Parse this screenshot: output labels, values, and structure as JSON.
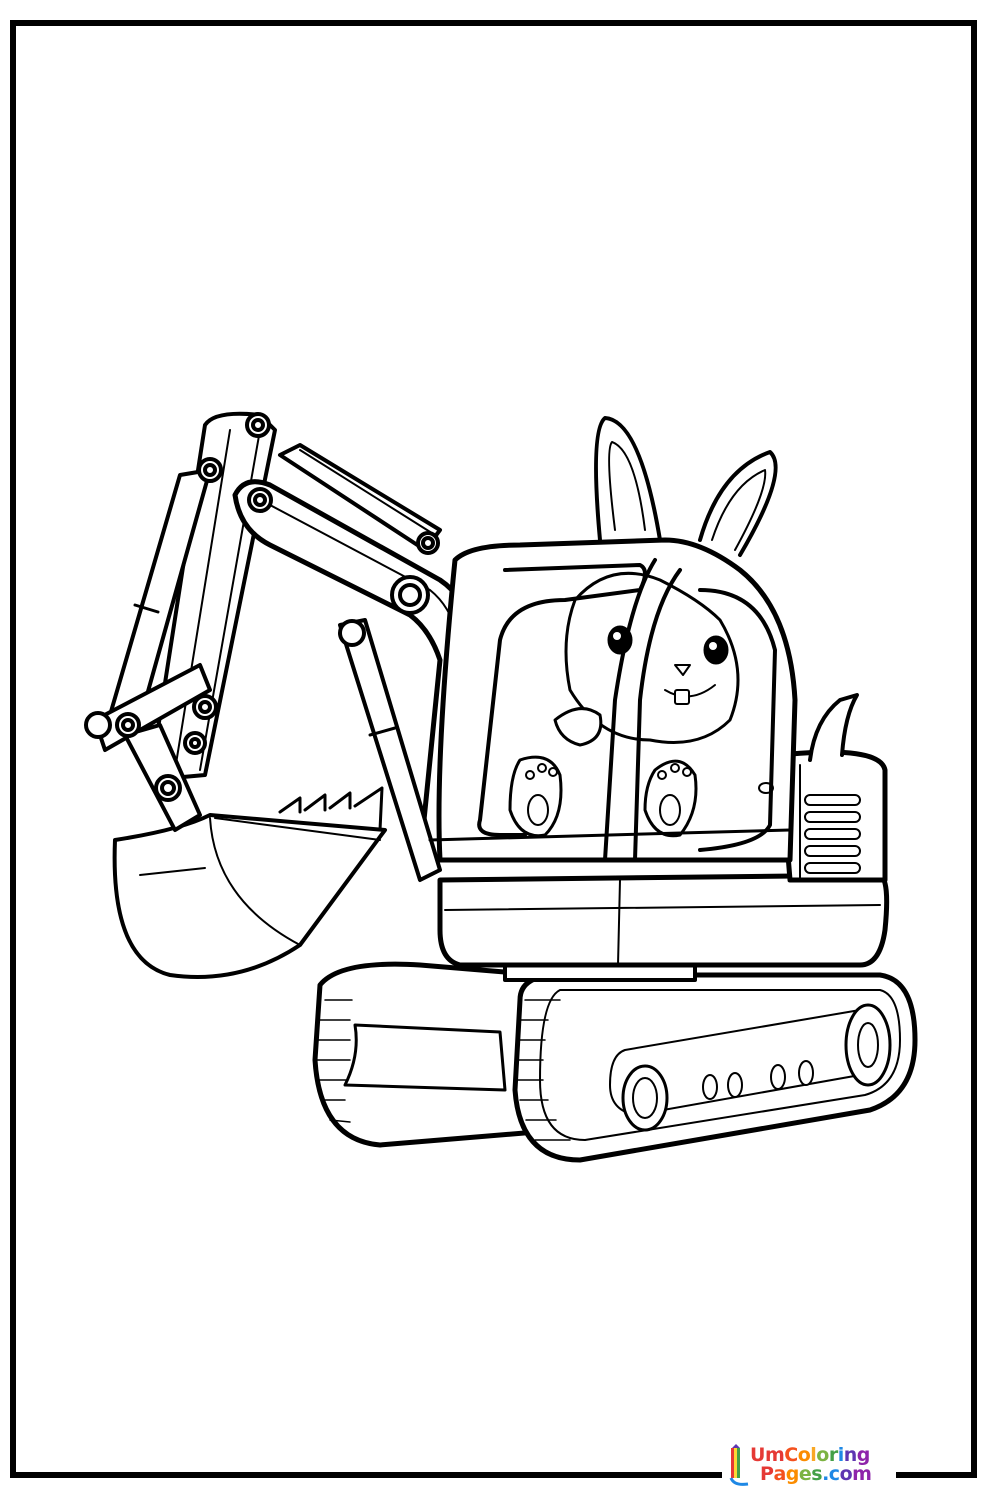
{
  "page": {
    "type": "coloring-page",
    "subject": "Bunny driving a mini excavator",
    "background_color": "#ffffff",
    "line_color": "#000000"
  },
  "watermark": {
    "line1": [
      "U",
      "m",
      "C",
      "o",
      "l",
      "o",
      "r",
      "i",
      "n",
      "g"
    ],
    "line2": [
      "P",
      "a",
      "g",
      "e",
      "s",
      ".",
      "c",
      "o",
      "m"
    ],
    "line1_colors": [
      "#e53935",
      "#e53935",
      "#f4511e",
      "#fb8c00",
      "#fdd835",
      "#7cb342",
      "#43a047",
      "#1e88e5",
      "#5e35b1",
      "#8e24aa"
    ],
    "line2_colors": [
      "#e53935",
      "#f4511e",
      "#fb8c00",
      "#7cb342",
      "#43a047",
      "#1e88e5",
      "#1e88e5",
      "#5e35b1",
      "#8e24aa"
    ],
    "icon": "pencil-rainbow-icon"
  }
}
